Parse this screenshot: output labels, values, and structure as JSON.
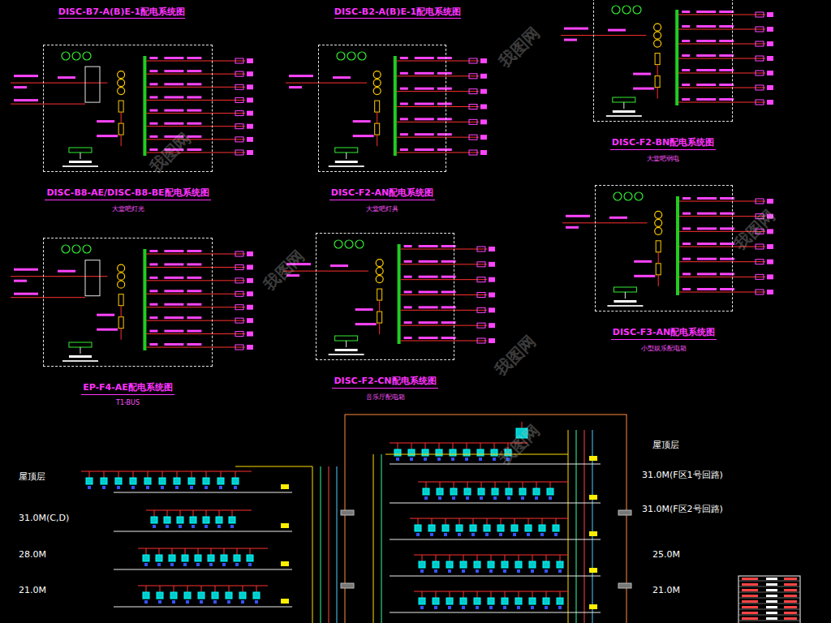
{
  "diagram": {
    "nodes": [
      {
        "text": [
          "DISC-B8-AE/DISC-B8-BE配电系统图",
          "大堂吧灯光"
        ]
      },
      {
        "text": [
          "DISC-F2-AN配电系统图",
          "大堂吧灯具"
        ]
      },
      {
        "text": [
          "DISC-F2-BN配电系统图",
          "大堂吧弱电"
        ]
      },
      {
        "text": [
          "EP-F4-AE配电系统图",
          "T1-BUS"
        ]
      },
      {
        "text": [
          "DISC-F2-CN配电系统图",
          "音乐厅配电箱"
        ]
      },
      {
        "text": [
          "DISC-F3-AN配电系统图",
          "小型娱乐配电箱"
        ]
      }
    ],
    "labels": [
      "DISC-B7-A(B)E-1配电系统图",
      "DISC-B2-A(B)E-1配电系统图",
      "屋顶层",
      "31.0M(C,D)",
      "28.0M",
      "21.0M",
      "屋顶层",
      "31.0M(F区1号回路)",
      "31.0M(F区2号回路)",
      "25.0M",
      "21.0M",
      "我图网",
      "我图网",
      "我图网",
      "我图网",
      "我图网",
      "我图网"
    ]
  }
}
